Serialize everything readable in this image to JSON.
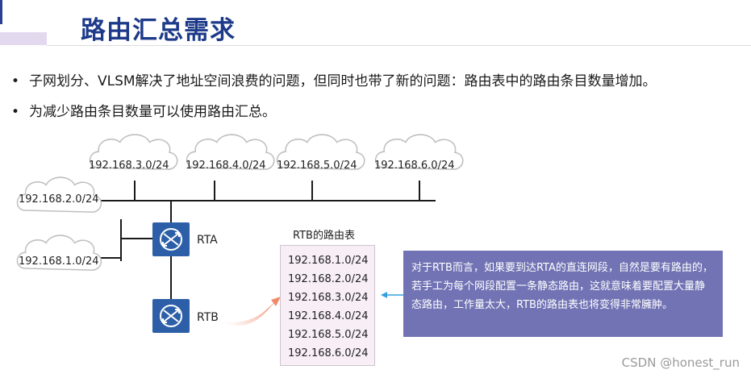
{
  "title": "路由汇总需求",
  "bullets": [
    "子网划分、VLSM解决了地址空间浪费的问题，但同时也带了新的问题：路由表中的路由条目数量增加。",
    "为减少路由条目数量可以使用路由汇总。"
  ],
  "clouds": {
    "top": [
      "192.168.3.0/24",
      "192.168.4.0/24",
      "192.168.5.0/24",
      "192.168.6.0/24"
    ],
    "net2": "192.168.2.0/24",
    "net1": "192.168.1.0/24"
  },
  "routers": {
    "rta": "RTA",
    "rtb": "RTB"
  },
  "route_table": {
    "title": "RTB的路由表",
    "entries": [
      "192.168.1.0/24",
      "192.168.2.0/24",
      "192.168.3.0/24",
      "192.168.4.0/24",
      "192.168.5.0/24",
      "192.168.6.0/24"
    ]
  },
  "note": "对于RTB而言，如果要到达RTA的直连网段，自然是要有路由的，若手工为每个网段配置一条静态路由，这就意味着要配置大量静态路由，工作量太大，RTB的路由表也将变得非常臃肿。",
  "watermark": "CSDN @honest_run",
  "colors": {
    "title": "#1d3a8a",
    "router": "#2d5fa8",
    "note_bg": "#7173b4",
    "table_bg": "#f7eef6"
  }
}
